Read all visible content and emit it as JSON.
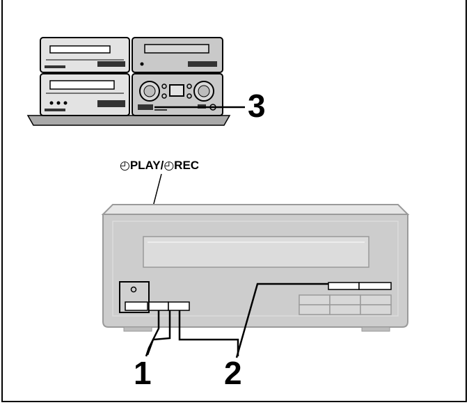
{
  "diagram": {
    "function_label": "◴PLAY/◴REC",
    "callouts": [
      {
        "id": "1",
        "text": "1"
      },
      {
        "id": "2",
        "text": "2"
      },
      {
        "id": "3",
        "text": "3"
      }
    ]
  },
  "colors": {
    "device_fill": "#c9c9c9",
    "device_light": "#e4e4e4",
    "device_dark": "#8a8a8a",
    "line": "#000000"
  }
}
